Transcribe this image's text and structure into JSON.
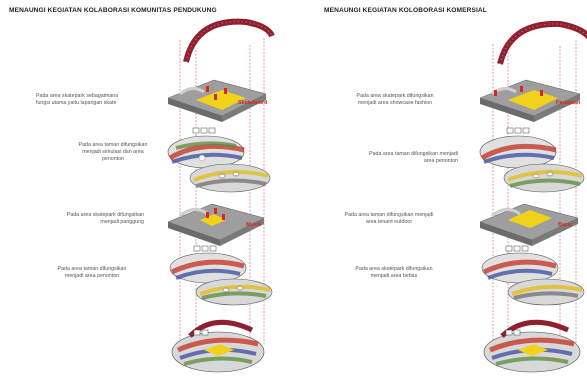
{
  "left": {
    "title": "MENAUNGI KEGIATAN KOLABORASI KOMUNITAS PENDUKUNG",
    "captions": [
      "Pada area skatepark sebagaimana\nfungsi utama yaitu lapangan skate",
      "Pada area taman difungsikan\nmenjadi sirkulasi dan area\npenonton",
      "Pada area skatepark difungsikan\nmenjadi panggung",
      "Pada area taman difungsikan\nmenjadi area penonton"
    ],
    "tags": [
      "Skateboard",
      "Musik"
    ]
  },
  "right": {
    "title": "MENAUNGI KEGIATAN KOLOBORASI KOMERSIAL",
    "captions": [
      "Pada area skatepark difungsikan\nmenjadi area showcase fashion",
      "Pada area taman difungsikan menjadi\narea penonton",
      "Pada area taman difungsikan menjadi\narea tenant outdoor",
      "Pada area skatepark difungsikan\nmenjadi area bebas"
    ],
    "tags": [
      "Peragaan",
      "Bazar"
    ]
  },
  "colors": {
    "yellow": "#f1d21a",
    "red": "#d42a1a",
    "canopy": "#8e2030",
    "mosaic": [
      "#c43a2c",
      "#e3c02a",
      "#3b4aa0",
      "#5a8a3c",
      "#8a8a8a",
      "#d07030",
      "#2a2a2a",
      "#a03a70"
    ]
  }
}
